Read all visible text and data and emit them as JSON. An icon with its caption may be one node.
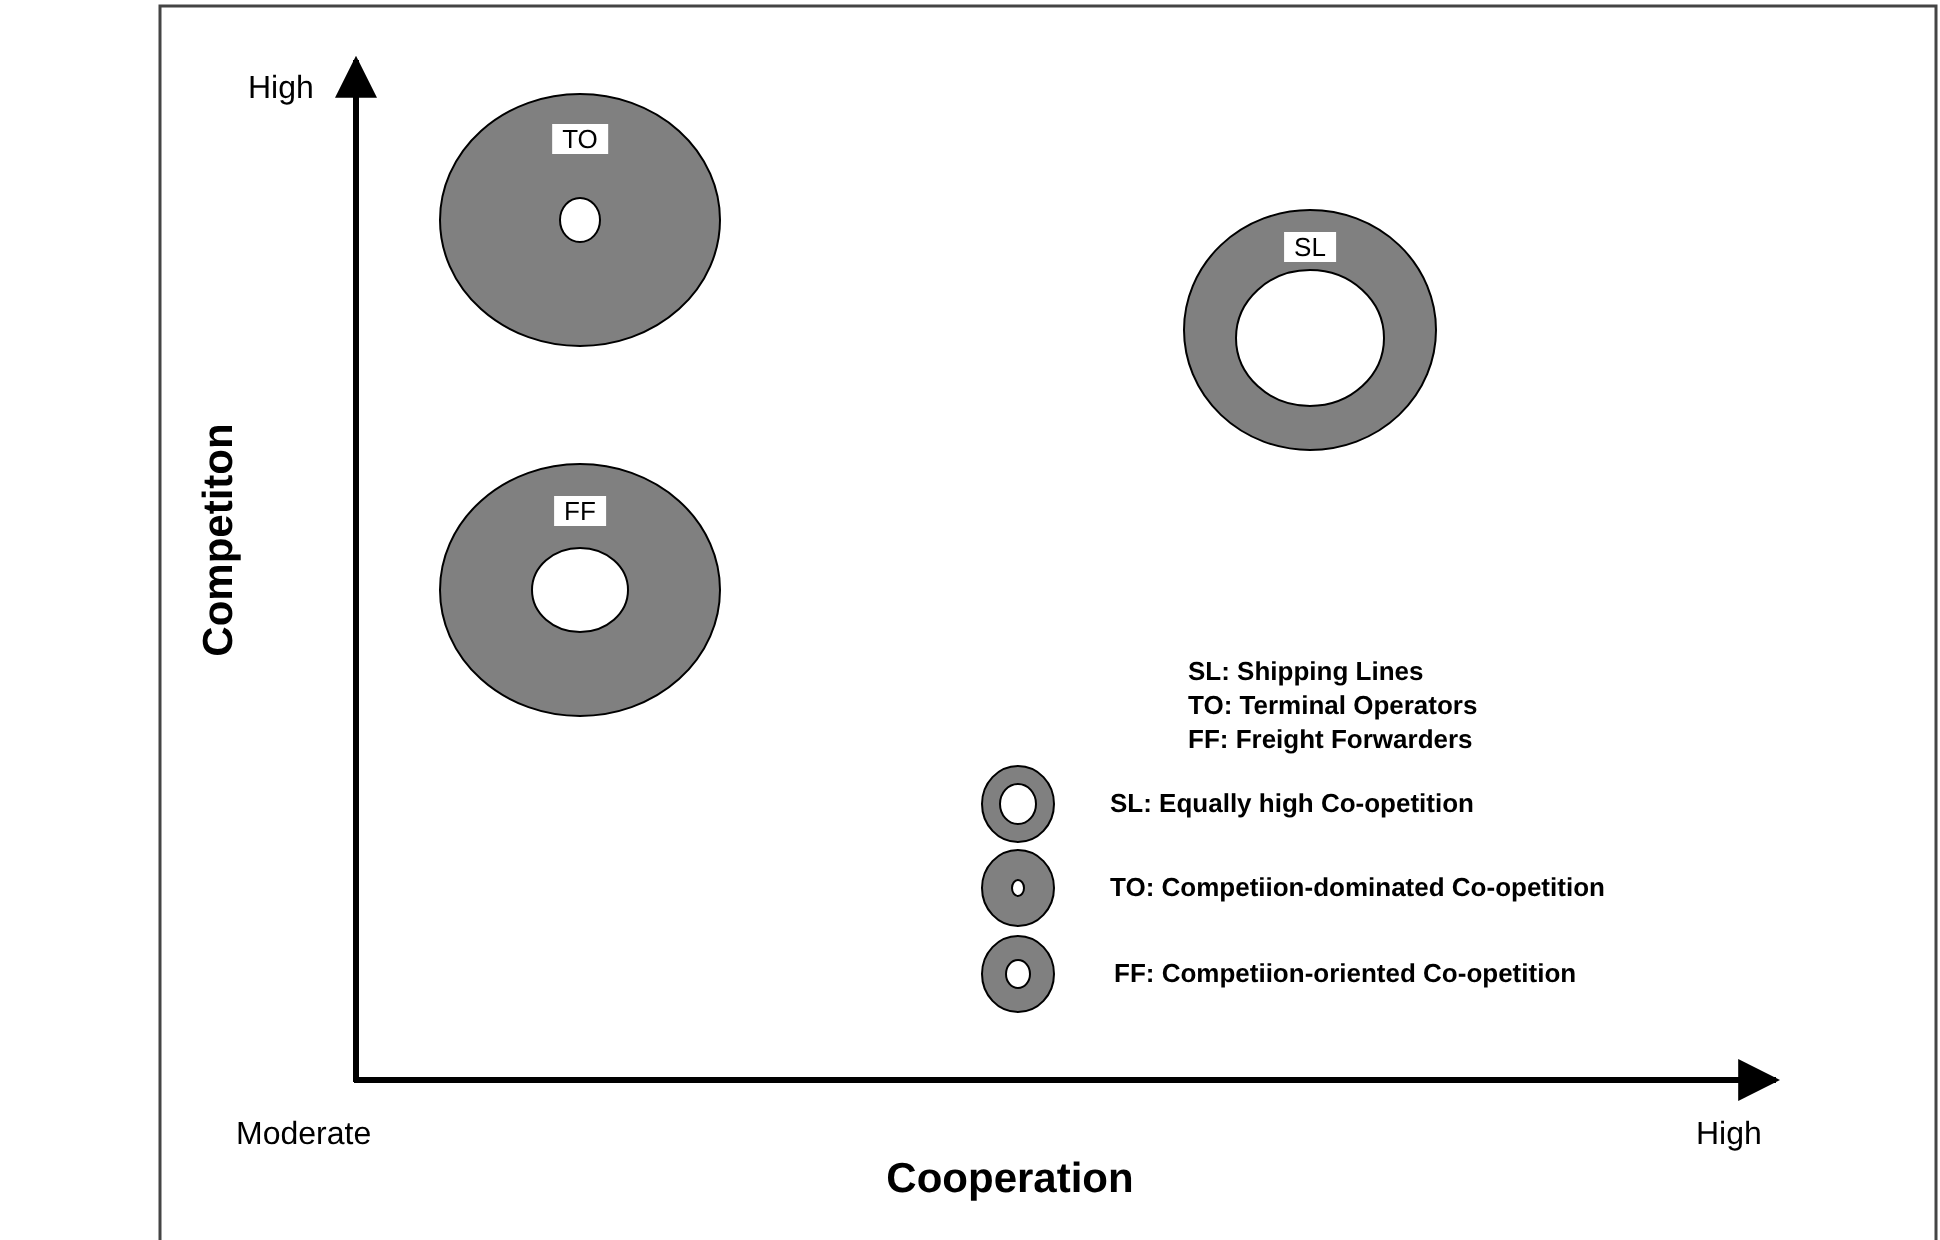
{
  "diagram": {
    "nodes": [
      {
        "text": [
          "TO"
        ]
      },
      {
        "text": [
          "SL"
        ]
      },
      {
        "text": [
          "FF"
        ]
      }
    ],
    "labels": [
      "High",
      "Competiton",
      "SL: Shipping Lines",
      "TO: Terminal Operators",
      "FF: Freight Forwarders",
      "Moderate",
      "High",
      "Cooperation"
    ],
    "legend": [
      {
        "text": "SL: Equally high Co-opetition"
      },
      {
        "text": "TO: Competiion-dominated Co-opetition"
      },
      {
        "text": "FF: Competiion-oriented Co-opetition"
      }
    ]
  }
}
